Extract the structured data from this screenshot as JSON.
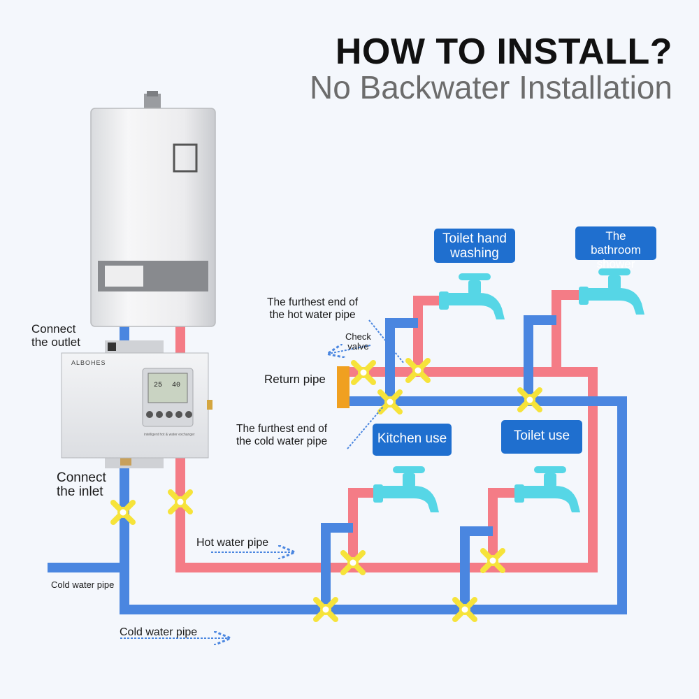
{
  "header": {
    "title": "HOW TO INSTALL?",
    "subtitle": "No Backwater Installation"
  },
  "device": {
    "brand": "ALBOHES",
    "display_temp_left": "25",
    "display_temp_right": "40",
    "model_text": "intelligent hot & water exchanger"
  },
  "labels": {
    "connect_outlet": [
      "Connect",
      "the outlet"
    ],
    "connect_inlet": [
      "Connect",
      "the inlet"
    ],
    "hot_furthest": [
      "The furthest end of",
      "the hot water pipe"
    ],
    "check_valve": [
      "Check",
      "valve"
    ],
    "return_pipe": "Return pipe",
    "cold_furthest": [
      "The furthest end of",
      "the cold water pipe"
    ],
    "hot_water_pipe": "Hot water pipe",
    "cold_water_pipe_left": "Cold water pipe",
    "cold_water_pipe_bottom": "Cold water pipe"
  },
  "fixtures": {
    "toilet_hand_washing": [
      "Toilet hand",
      "washing"
    ],
    "bathroom_shower": [
      "The bathroom",
      "shower"
    ],
    "kitchen_use": "Kitchen use",
    "toilet_use": "Toilet use"
  },
  "colors": {
    "hot_pipe": "#f47c86",
    "cold_pipe": "#4a86e0",
    "valve": "#f6e33a",
    "faucet": "#56d6e6",
    "badge": "#1f6fcf",
    "return_pipe_cap": "#f0a020"
  }
}
